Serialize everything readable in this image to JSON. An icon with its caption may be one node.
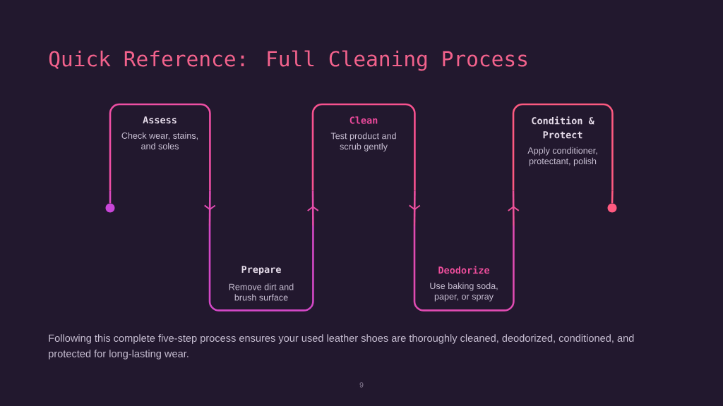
{
  "diagram": {
    "title": "Quick Reference: Full Cleaning Process",
    "caption": "Following this complete five-step process ensures your used leather shoes are thoroughly cleaned, deodorized, conditioned, and protected for long-lasting wear.",
    "nodes": [
      {
        "text": [],
        "shape": "circle"
      },
      {
        "text": [
          "Assess",
          "Check wear, stains, and soles"
        ]
      },
      {
        "text": [
          "Prepare",
          "Remove dirt and brush surface"
        ]
      },
      {
        "text": [
          "Clean",
          "Test product and scrub gently"
        ]
      },
      {
        "text": [
          "Deodorize",
          "Use baking soda, paper, or spray"
        ]
      },
      {
        "text": [
          "Condition & Protect",
          "Apply conditioner, protectant, polish"
        ]
      },
      {
        "text": [],
        "shape": "circle"
      }
    ],
    "edges": [
      {
        "from": 0,
        "to": 1,
        "arrow": "none"
      },
      {
        "from": 1,
        "to": 2,
        "arrow": "to"
      },
      {
        "from": 2,
        "to": 3,
        "arrow": "to"
      },
      {
        "from": 3,
        "to": 4,
        "arrow": "to"
      },
      {
        "from": 4,
        "to": 5,
        "arrow": "to"
      },
      {
        "from": 5,
        "to": 6,
        "arrow": "none"
      }
    ],
    "labels": [
      "9"
    ]
  }
}
